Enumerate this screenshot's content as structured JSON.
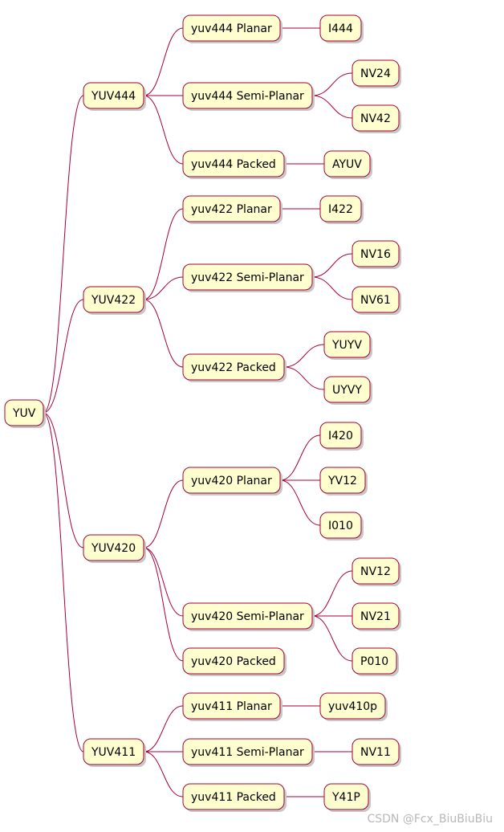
{
  "diagram": {
    "type": "mindmap",
    "style": {
      "node_fill": "#FEFECE",
      "node_border": "#A80036",
      "edge_color": "#A80036",
      "shadow": "#c7c7c7"
    },
    "root": {
      "label": "YUV",
      "children": [
        {
          "label": "YUV444",
          "children": [
            {
              "label": "yuv444 Planar",
              "children": [
                {
                  "label": "I444"
                }
              ]
            },
            {
              "label": "yuv444 Semi-Planar",
              "children": [
                {
                  "label": "NV24"
                },
                {
                  "label": "NV42"
                }
              ]
            },
            {
              "label": "yuv444 Packed",
              "children": [
                {
                  "label": "AYUV"
                }
              ]
            }
          ]
        },
        {
          "label": "YUV422",
          "children": [
            {
              "label": "yuv422 Planar",
              "children": [
                {
                  "label": "I422"
                }
              ]
            },
            {
              "label": "yuv422 Semi-Planar",
              "children": [
                {
                  "label": "NV16"
                },
                {
                  "label": "NV61"
                }
              ]
            },
            {
              "label": "yuv422 Packed",
              "children": [
                {
                  "label": "YUYV"
                },
                {
                  "label": "UYVY"
                }
              ]
            }
          ]
        },
        {
          "label": "YUV420",
          "children": [
            {
              "label": "yuv420 Planar",
              "children": [
                {
                  "label": "I420"
                },
                {
                  "label": "YV12"
                },
                {
                  "label": "I010"
                }
              ]
            },
            {
              "label": "yuv420 Semi-Planar",
              "children": [
                {
                  "label": "NV12"
                },
                {
                  "label": "NV21"
                },
                {
                  "label": "P010"
                }
              ]
            },
            {
              "label": "yuv420 Packed"
            }
          ]
        },
        {
          "label": "YUV411",
          "children": [
            {
              "label": "yuv411 Planar",
              "children": [
                {
                  "label": "yuv410p"
                }
              ]
            },
            {
              "label": "yuv411 Semi-Planar",
              "children": [
                {
                  "label": "NV11"
                }
              ]
            },
            {
              "label": "yuv411 Packed",
              "children": [
                {
                  "label": "Y41P"
                }
              ]
            }
          ]
        }
      ]
    }
  },
  "watermark": "CSDN @Fcx_BiuBiuBiu"
}
